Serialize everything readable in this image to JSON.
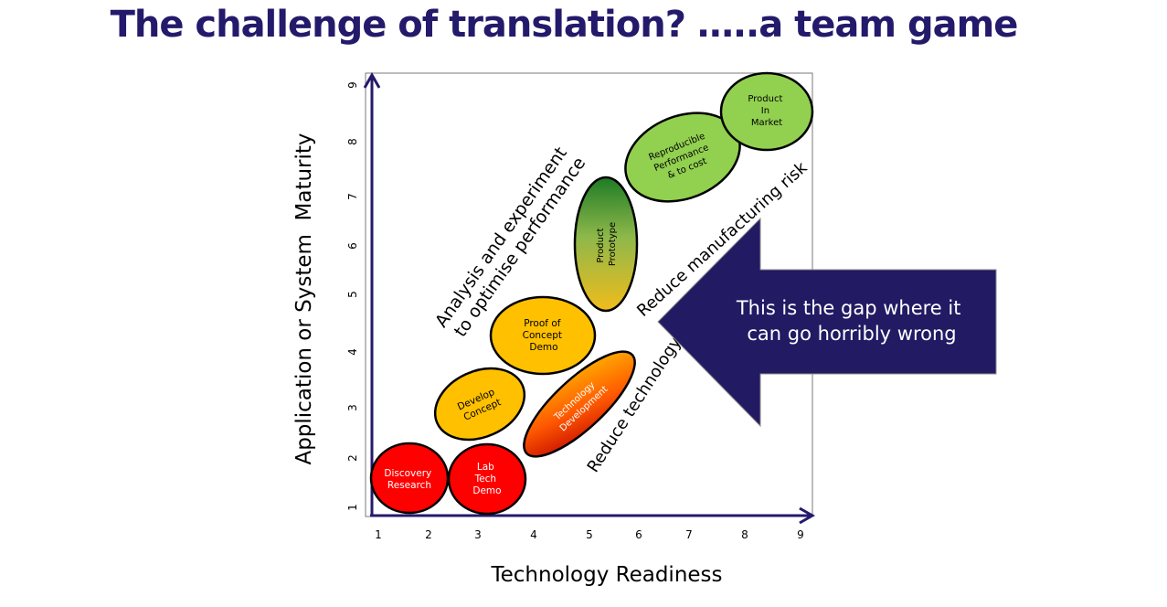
{
  "title": "The challenge of translation? …..a team game",
  "axes": {
    "x_label": "Technology Readiness",
    "y_label": "Application or System  Maturity",
    "x_ticks": [
      "1",
      "2",
      "3",
      "4",
      "5",
      "6",
      "7",
      "8",
      "9"
    ],
    "y_ticks": [
      "1",
      "2",
      "3",
      "4",
      "5",
      "6",
      "7",
      "8",
      "9"
    ]
  },
  "stages": [
    {
      "id": "discovery",
      "lines": [
        "Discovery",
        "Research"
      ]
    },
    {
      "id": "lab",
      "lines": [
        "Lab",
        "Tech",
        "Demo"
      ]
    },
    {
      "id": "develop",
      "lines": [
        "Develop",
        "Concept"
      ]
    },
    {
      "id": "techdev",
      "lines": [
        "Technology",
        "Development"
      ]
    },
    {
      "id": "poc",
      "lines": [
        "Proof of",
        "Concept",
        "Demo"
      ]
    },
    {
      "id": "prototype",
      "lines": [
        "Product",
        "Prototype"
      ]
    },
    {
      "id": "reproducible",
      "lines": [
        "Reproducible",
        "Performance",
        "& to cost"
      ]
    },
    {
      "id": "market",
      "lines": [
        "Product",
        "In",
        "Market"
      ]
    }
  ],
  "annotations": {
    "analysis": [
      "Analysis and experiment",
      "to optimise performance"
    ],
    "manufacturing": "Reduce manufacturing risk",
    "technology": "Reduce technology"
  },
  "callout": {
    "lines": [
      "This is the gap where it",
      "can go horribly wrong"
    ]
  },
  "colors": {
    "title": "#241a6b",
    "axis": "#241a6b",
    "arrow": "#221a63",
    "red": "#ff0000",
    "amber": "#ffbf00",
    "green": "#92d050"
  }
}
